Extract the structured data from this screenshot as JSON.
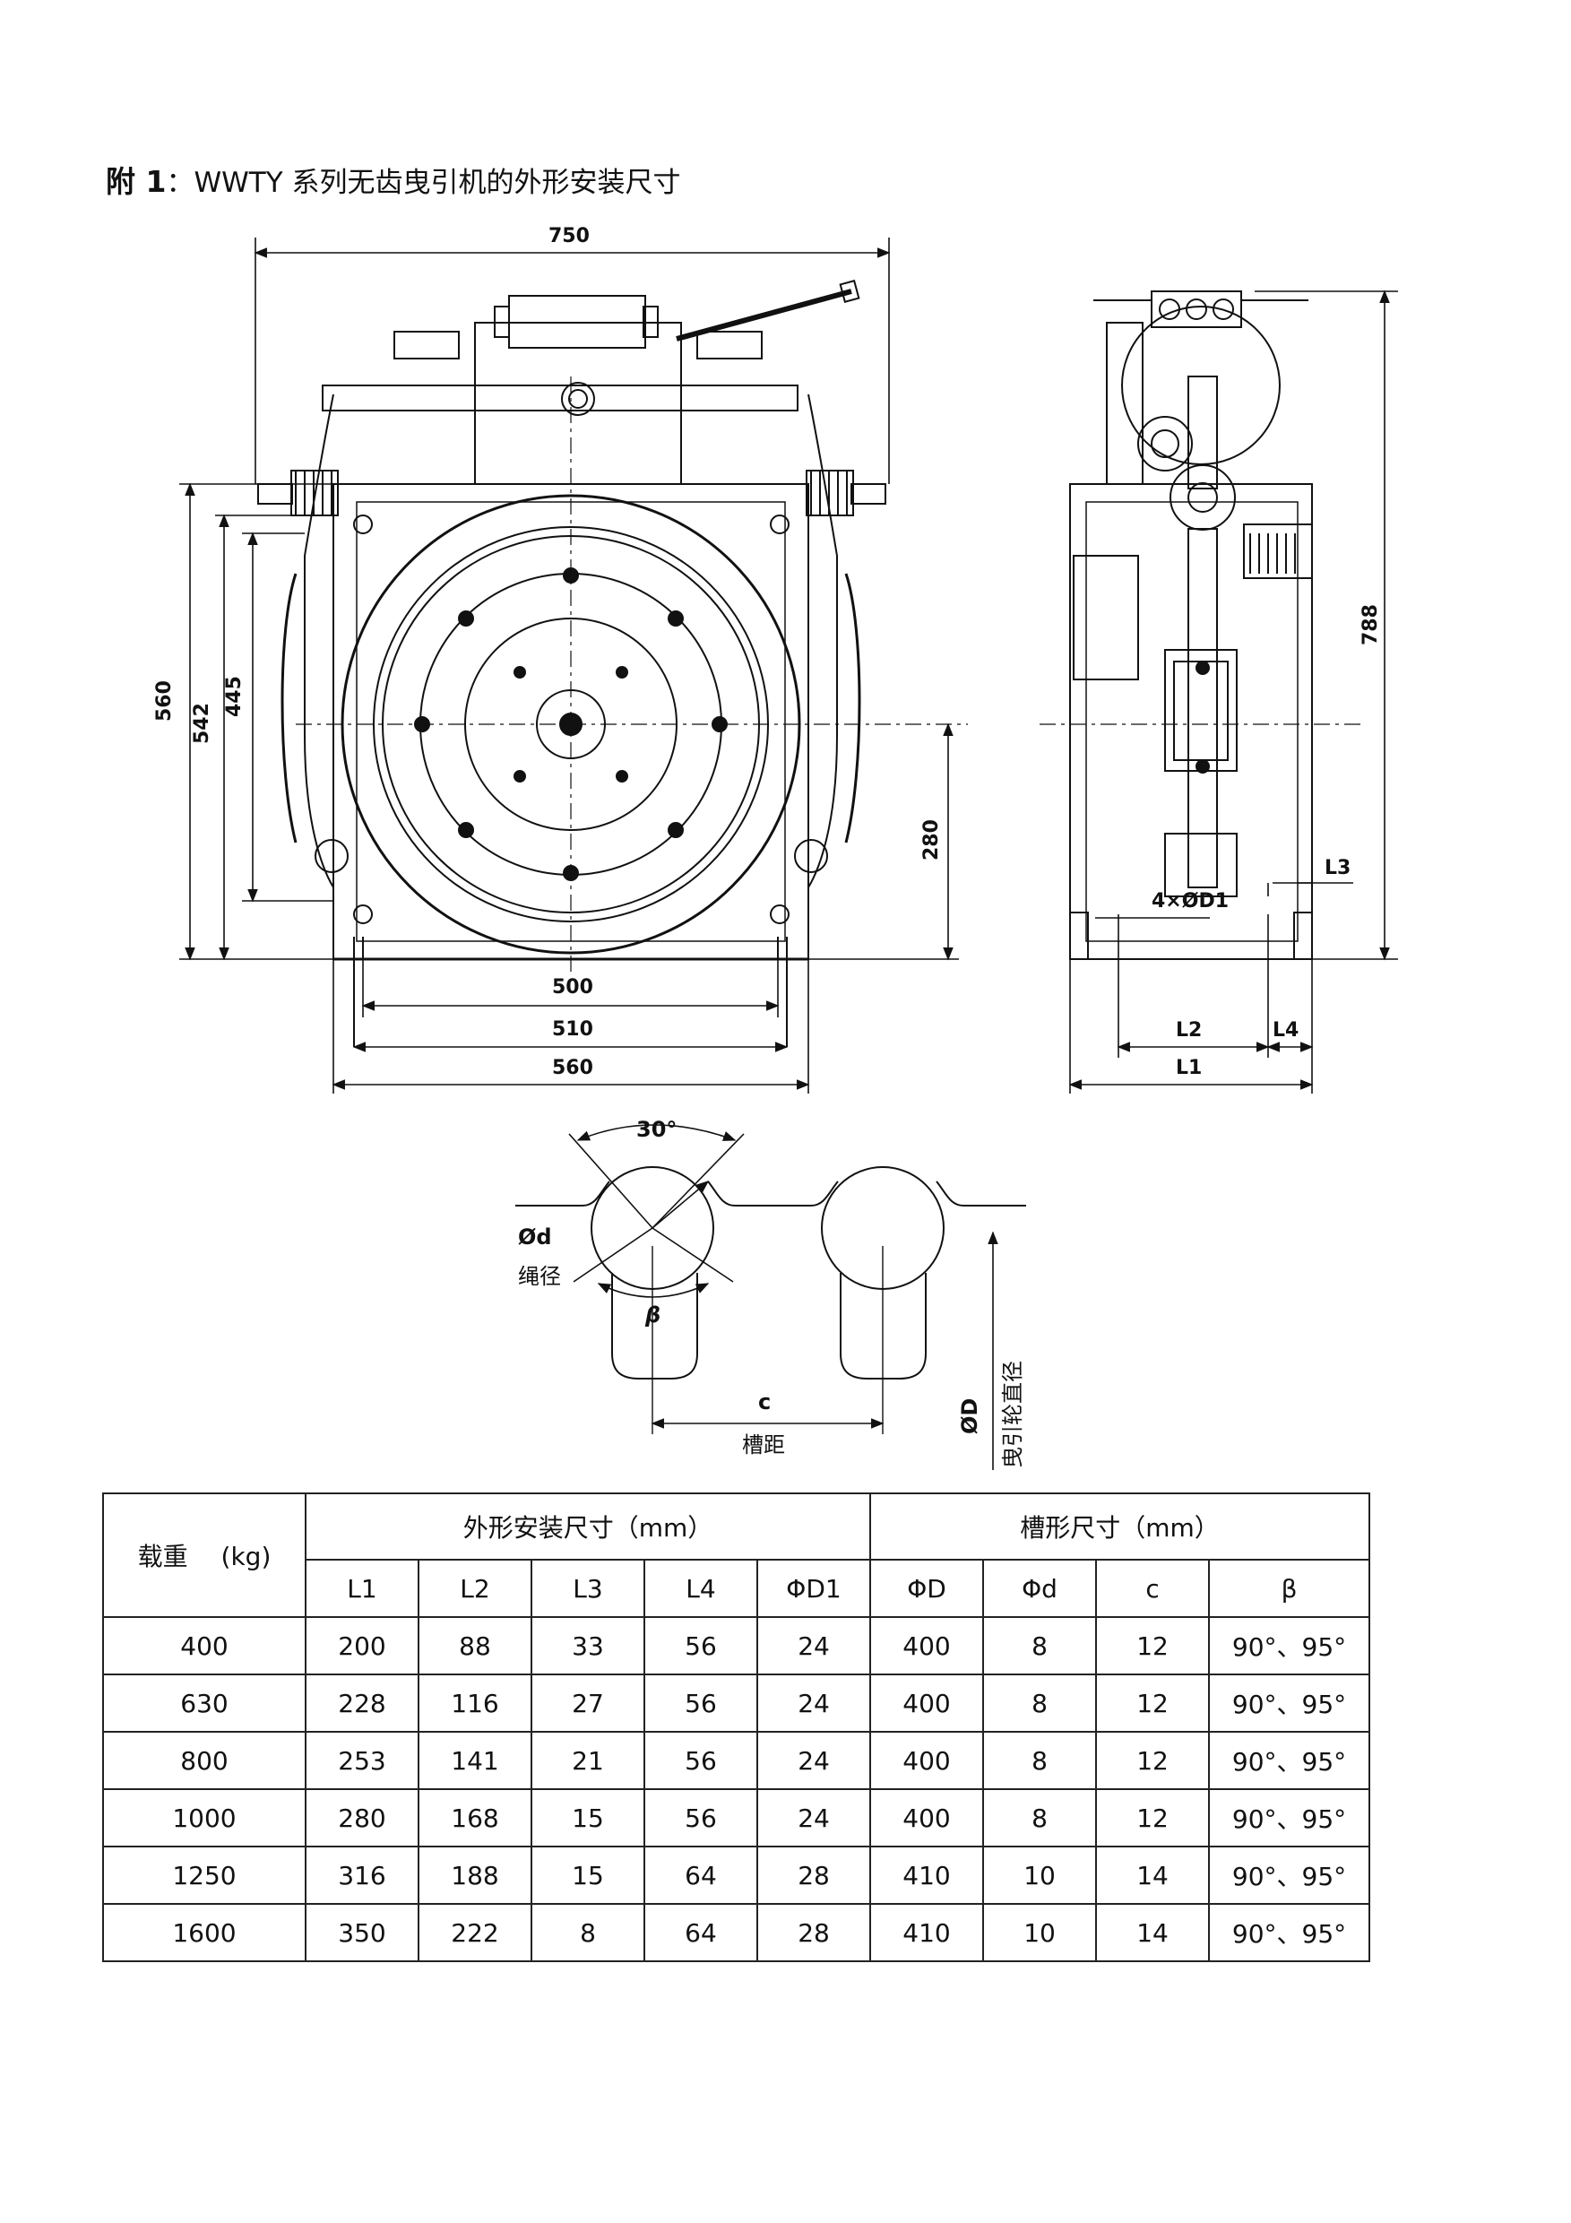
{
  "heading": {
    "prefix": "附 1",
    "colon": "：",
    "title": "WWTY 系列无齿曳引机的外形安装尺寸"
  },
  "front_view": {
    "dim_top": "750",
    "dim_left_outer": "560",
    "dim_left_mid": "542",
    "dim_left_inner": "445",
    "dim_right": "280",
    "dim_bottom_1": "500",
    "dim_bottom_2": "510",
    "dim_bottom_3": "560"
  },
  "side_view": {
    "dim_height": "788",
    "label_l3": "L3",
    "label_holes": "4×ØD1",
    "label_l2": "L2",
    "label_l4": "L4",
    "label_l1": "L1"
  },
  "groove_view": {
    "angle": "30°",
    "rope_symbol": "Ød",
    "rope_text": "绳径",
    "beta": "β",
    "pitch_symbol": "c",
    "pitch_text": "槽距",
    "sheave_symbol": "ØD",
    "sheave_text": "曳引轮直径"
  },
  "table": {
    "load_header": "载重 　(kg)",
    "group_install": "外形安装尺寸（mm）",
    "group_groove": "槽形尺寸（mm）",
    "columns": [
      "L1",
      "L2",
      "L3",
      "L4",
      "ΦD1",
      "ΦD",
      "Φd",
      "c",
      "β"
    ],
    "rows": [
      [
        "400",
        "200",
        "88",
        "33",
        "56",
        "24",
        "400",
        "8",
        "12",
        "90°、95°"
      ],
      [
        "630",
        "228",
        "116",
        "27",
        "56",
        "24",
        "400",
        "8",
        "12",
        "90°、95°"
      ],
      [
        "800",
        "253",
        "141",
        "21",
        "56",
        "24",
        "400",
        "8",
        "12",
        "90°、95°"
      ],
      [
        "1000",
        "280",
        "168",
        "15",
        "56",
        "24",
        "400",
        "8",
        "12",
        "90°、95°"
      ],
      [
        "1250",
        "316",
        "188",
        "15",
        "64",
        "28",
        "410",
        "10",
        "14",
        "90°、95°"
      ],
      [
        "1600",
        "350",
        "222",
        "8",
        "64",
        "28",
        "410",
        "10",
        "14",
        "90°、95°"
      ]
    ]
  }
}
